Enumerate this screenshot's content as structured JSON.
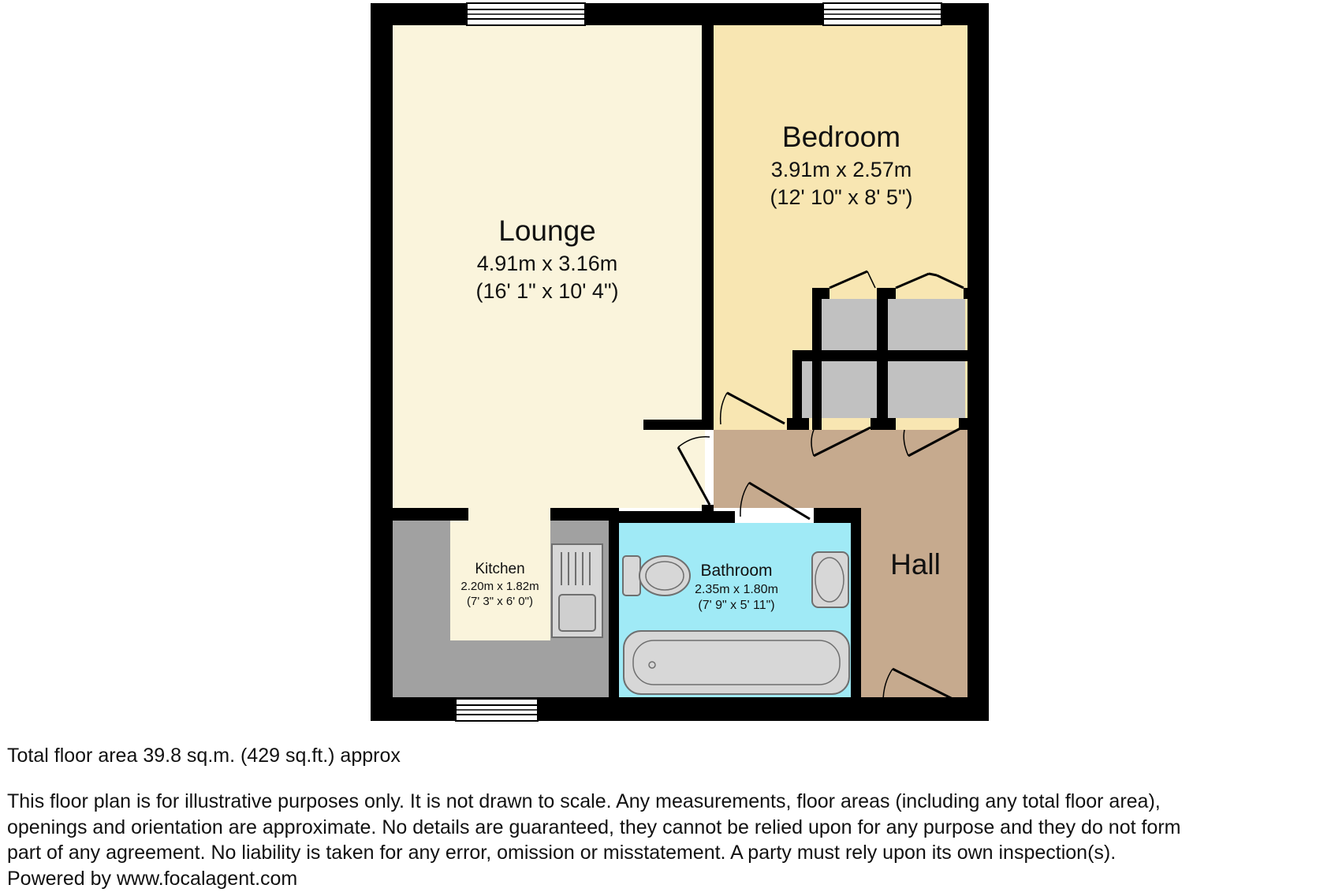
{
  "rooms": {
    "lounge": {
      "name": "Lounge",
      "size_metric": "4.91m x 3.16m",
      "size_imperial": "(16' 1\" x 10' 4\")"
    },
    "bedroom": {
      "name": "Bedroom",
      "size_metric": "3.91m x 2.57m",
      "size_imperial": "(12' 10\" x 8' 5\")"
    },
    "kitchen": {
      "name": "Kitchen",
      "size_metric": "2.20m x 1.82m",
      "size_imperial": "(7' 3\" x 6' 0\")"
    },
    "bathroom": {
      "name": "Bathroom",
      "size_metric": "2.35m x 1.80m",
      "size_imperial": "(7' 9\" x 5' 11\")"
    },
    "hall": {
      "name": "Hall"
    }
  },
  "colors": {
    "wall": "#000000",
    "lounge": "#faf4dc",
    "bedroom": "#f8e6b2",
    "kitchen_counter": "#a1a1a1",
    "kitchen_floor": "#faf4dc",
    "bathroom": "#a0eaf6",
    "hall": "#c6aa8e",
    "cupboard": "#c1c1c1",
    "fixture_fill": "#d7d7d7",
    "fixture_stroke": "#6f6f6f"
  },
  "footer": {
    "total_area": "Total floor area 39.8 sq.m. (429 sq.ft.) approx",
    "disclaimer_lines": [
      "This floor plan is for illustrative purposes only. It is not drawn to scale. Any measurements, floor areas (including any total floor area),",
      "openings and orientation are approximate. No details are guaranteed, they cannot be relied upon for any purpose and they do not form",
      "part of any agreement. No liability is taken for any error, omission or misstatement. A party must rely upon its own inspection(s).",
      "Powered by www.focalagent.com"
    ]
  }
}
